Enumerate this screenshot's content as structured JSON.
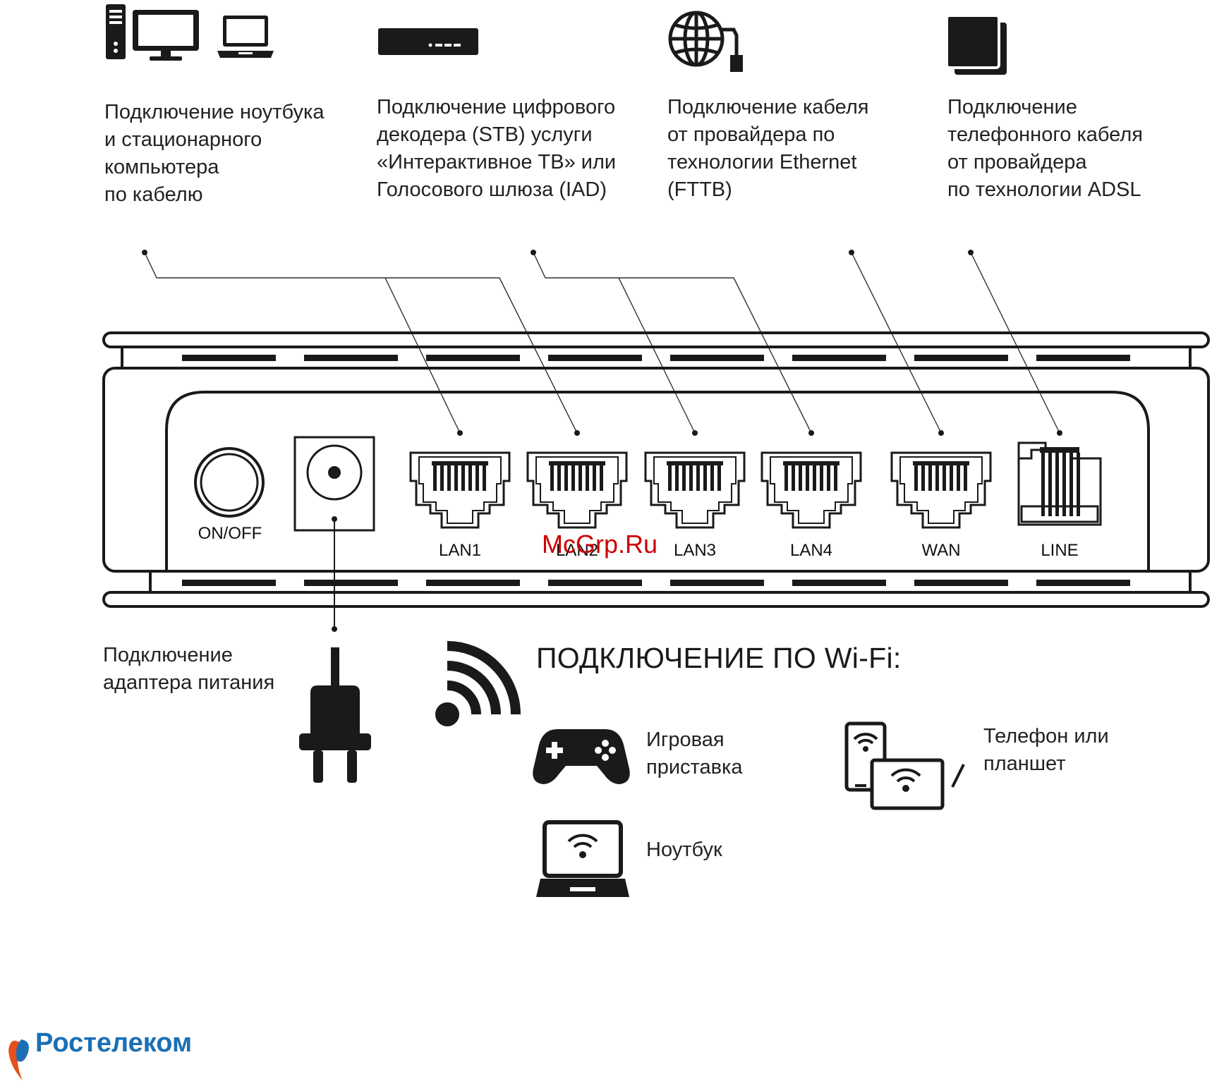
{
  "captions": {
    "computers": "Подключение ноутбука\nи стационарного\nкомпьютера\nпо кабелю",
    "stb": "Подключение цифрового\nдекодера (STB) услуги\n«Интерактивное ТВ» или\nГолосового шлюза (IAD)",
    "ethernet": "Подключение кабеля\nот провайдера по\nтехнологии Ethernet\n(FTTB)",
    "adsl": "Подключение\nтелефонного кабеля\nот провайдера\nпо технологии ADSL",
    "power": "Подключение\nадаптера питания"
  },
  "ports": {
    "onoff": "ON/OFF",
    "lan1": "LAN1",
    "lan2": "LAN2",
    "lan3": "LAN3",
    "lan4": "LAN4",
    "wan": "WAN",
    "line": "LINE"
  },
  "wifi": {
    "title": "ПОДКЛЮЧЕНИЕ ПО Wi-Fi:",
    "gamepad": "Игровая\nприставка",
    "phone": "Телефон или\nпланшет",
    "laptop": "Ноутбук"
  },
  "watermark": "McGrp.Ru",
  "logo": "Ростелеком",
  "colors": {
    "logo": "#1a6fb5",
    "watermark": "#cc0000",
    "ink": "#1a1a1a"
  }
}
